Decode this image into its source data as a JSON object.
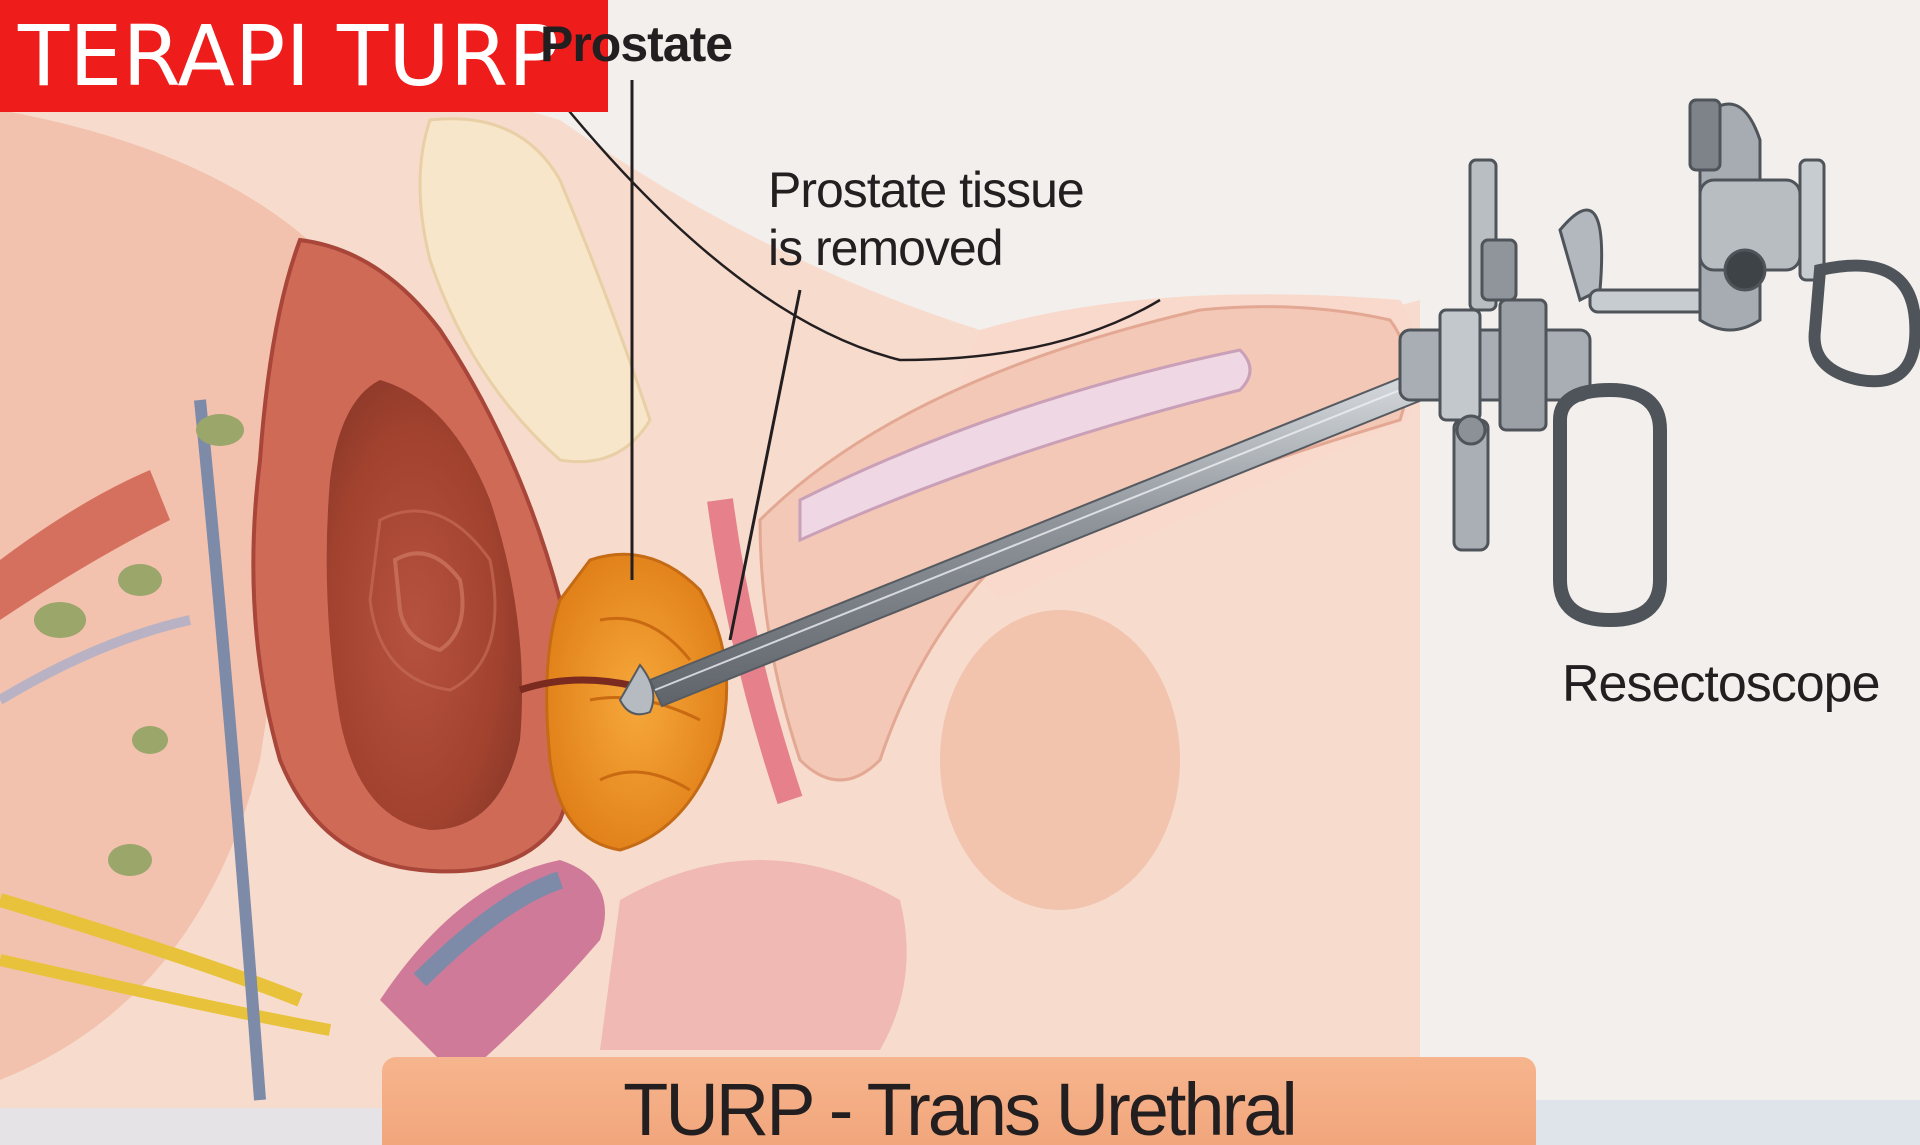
{
  "title_banner": {
    "text": "TERAPI TURP",
    "color": "#ef1c1c"
  },
  "labels": {
    "prostate": "Prostate",
    "prostate_tissue_line1": "Prostate tissue",
    "prostate_tissue_line2": "is removed",
    "resectoscope": "Resectoscope"
  },
  "caption": {
    "text": "TURP - Trans Urethral"
  },
  "colors": {
    "background": "#f3efec",
    "skin": "#f6d6c6",
    "bladder_wall": "#c9594a",
    "bladder_inner": "#b04a3a",
    "prostate": "#f09a2a",
    "instrument": "#9aa0a6",
    "caption_bar": "#f1a277"
  }
}
